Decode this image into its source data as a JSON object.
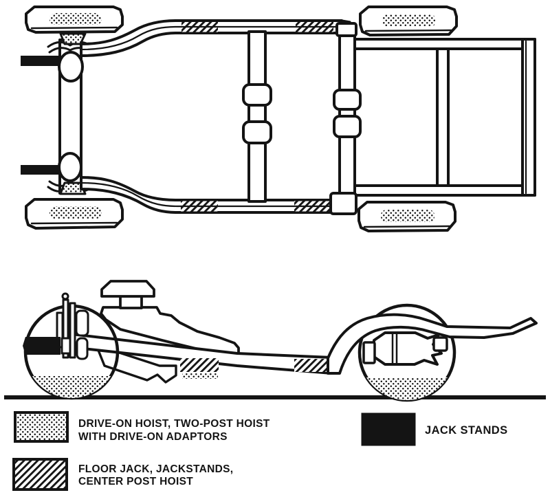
{
  "figure": {
    "description": "Vehicle frame hoisting and jacking points diagram (top view and side view)",
    "colors": {
      "ink": "#141414",
      "paper": "#ffffff"
    },
    "views": {
      "top": {
        "name": "chassis top view"
      },
      "side": {
        "name": "chassis side view"
      }
    },
    "legend": {
      "items": [
        {
          "id": "drive-on",
          "pattern": "stipple-dots",
          "lines": [
            "DRIVE-ON HOIST, TWO-POST HOIST",
            "WITH DRIVE-ON ADAPTORS"
          ]
        },
        {
          "id": "floor-jack",
          "pattern": "diagonal-hatch",
          "lines": [
            "FLOOR JACK, JACKSTANDS,",
            "CENTER POST HOIST"
          ]
        },
        {
          "id": "jack-stands",
          "pattern": "solid-black",
          "lines": [
            "JACK STANDS"
          ]
        }
      ]
    }
  }
}
